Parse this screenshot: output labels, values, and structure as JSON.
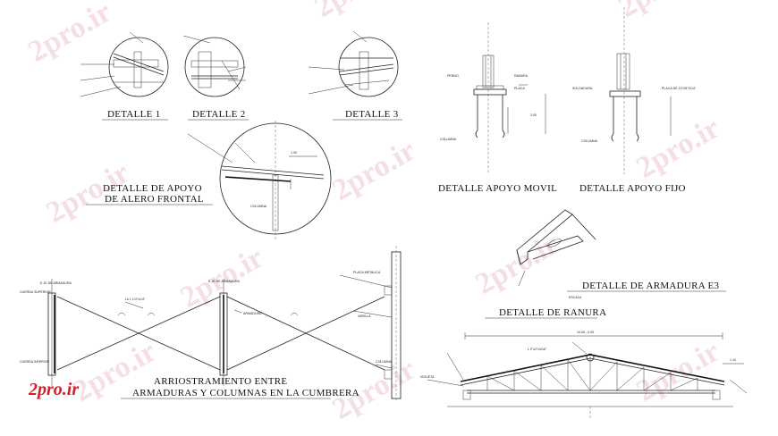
{
  "captions": {
    "detalle_1": "DETALLE 1",
    "detalle_2": "DETALLE 2",
    "detalle_3": "DETALLE 3",
    "apoyo_alero_1": "DETALLE DE APOYO",
    "apoyo_alero_2": "DE ALERO FRONTAL",
    "apoyo_movil": "DETALLE APOYO MOVIL",
    "apoyo_fijo": "DETALLE APOYO FIJO",
    "armadura_e3": "DETALLE DE ARMADURA E3",
    "ranura": "DETALLE DE RANURA",
    "arriostramiento_1": "ARRIOSTRAMIENTO ENTRE",
    "arriostramiento_2": "ARMADURAS Y COLUMNAS EN LA CUMBRERA"
  },
  "annotations": {
    "eje_armadura": "E.JE DE ARMADURA",
    "columna": "COLUMNA",
    "placa": "PLACA",
    "soldadura": "SOLDADURA",
    "ranura_label": "RANURA",
    "perno": "PERNO",
    "armadura": "ARMADURA",
    "varilla": "VARILLA",
    "placa_metalica": "PLACA METALICA",
    "cuerda_superior": "CUERDA SUPERIOR",
    "cuerda_inferior": "CUERDA INFERIOR",
    "escala": "ESCALA",
    "vigueta": "VIGUETA",
    "dim_130": "1.30",
    "dim_300": "3.00",
    "dim_span": "10.00 - 0.00",
    "dim_110": "1.10",
    "plate_dim": "PLACA DE 10\"X8\"X1/4\"",
    "angle_label": "Ls 1 1/4\"x1/4\"",
    "l_label": "L 2\"x2\"x3/16\""
  },
  "watermark": "2pro.ir",
  "logo": "2pro.ir",
  "colors": {
    "line": "#222222",
    "watermark": "#e9b9c2",
    "logo": "#d21f2b",
    "background": "#ffffff"
  }
}
